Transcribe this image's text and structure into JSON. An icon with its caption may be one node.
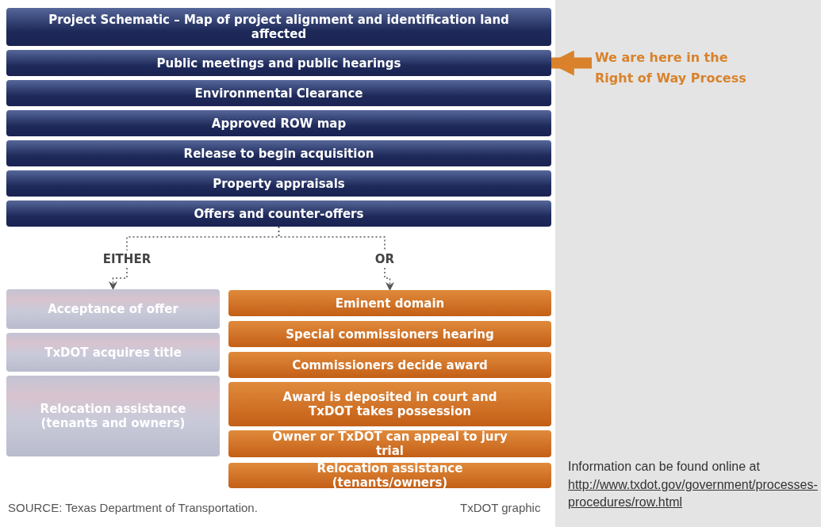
{
  "diagram": {
    "nodes": [
      {
        "text": [
          "Project Schematic – Map of project alignment and identification land affected"
        ]
      },
      {
        "text": [
          "Public meetings and public hearings"
        ]
      },
      {
        "text": [
          "Environmental Clearance"
        ]
      },
      {
        "text": [
          "Approved ROW map"
        ]
      },
      {
        "text": [
          "Release to begin acquisition"
        ]
      },
      {
        "text": [
          "Property appraisals"
        ]
      },
      {
        "text": [
          "Offers and counter-offers"
        ]
      },
      {
        "text": [
          "EITHER"
        ]
      },
      {
        "text": [
          "OR"
        ]
      },
      {
        "text": [
          "Acceptance of offer"
        ]
      },
      {
        "text": [
          "TxDOT acquires title"
        ]
      },
      {
        "text": [
          "Relocation assistance (tenants and owners)"
        ]
      },
      {
        "text": [
          "Eminent domain"
        ]
      },
      {
        "text": [
          "Special commissioners hearing"
        ]
      },
      {
        "text": [
          "Commissioners decide award"
        ]
      },
      {
        "text": [
          "Award is deposited in court and TxDOT takes possession"
        ]
      },
      {
        "text": [
          "Owner or TxDOT can appeal to jury trial"
        ]
      },
      {
        "text": [
          "Relocation assistance (tenants/owners)"
        ]
      },
      {
        "text": [
          "We are here in the Right of Way Process"
        ]
      }
    ],
    "edges": [
      {
        "from": 6,
        "to": 7,
        "arrow": "none",
        "style": "dashed"
      },
      {
        "from": 6,
        "to": 8,
        "arrow": "none",
        "style": "dashed"
      },
      {
        "from": 7,
        "to": 9,
        "arrow": "to",
        "style": "dashed"
      },
      {
        "from": 8,
        "to": 12,
        "arrow": "to",
        "style": "dashed"
      },
      {
        "from": 18,
        "to": 1,
        "arrow": "to",
        "style": "thick",
        "color": "#d9822b"
      }
    ],
    "labels": [
      "SOURCE: Texas Department of Transportation.",
      "TxDOT graphic",
      "Information can be found online at",
      "http://www.txdot.gov/government/processes-procedures/row.html"
    ]
  }
}
